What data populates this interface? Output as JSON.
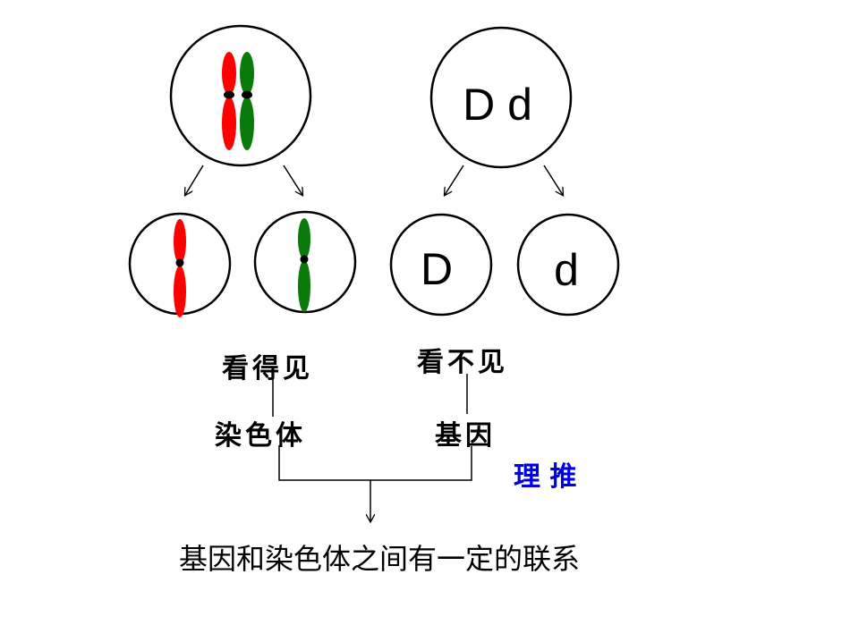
{
  "colors": {
    "chromosome_red": "#ff0000",
    "chromosome_green": "#0a7a0a",
    "centromere": "#000000",
    "accent_blue": "#0000e0"
  },
  "gene_cell": {
    "label": "D d"
  },
  "daughter_cells": {
    "left_label": "D",
    "right_label": "d"
  },
  "labels": {
    "visible": "看得见",
    "invisible": "看不见",
    "chromosome": "染色体",
    "gene": "基因",
    "reasoning": "理 推",
    "conclusion": "基因和染色体之间有一定的联系"
  }
}
